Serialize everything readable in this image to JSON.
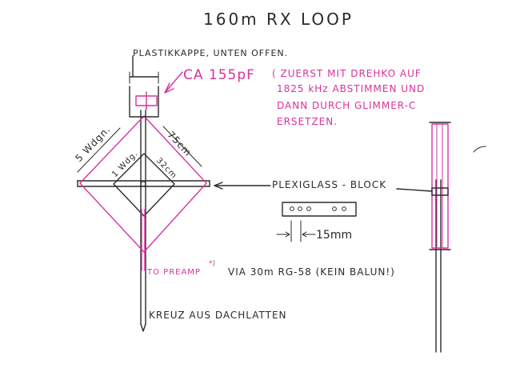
{
  "title": "160m RX LOOP",
  "labels": {
    "cap_housing": "PLASTIKKAPPE, UNTEN OFFEN.",
    "capacitor_value": "CA 155pF",
    "tuning_note_1": "( ZUERST MIT DREHKO AUF",
    "tuning_note_2": "1825 kHz ABSTIMMEN UND",
    "tuning_note_3": "DANN DURCH GLIMMER-C",
    "tuning_note_4": "ERSETZEN.",
    "turns_5": "5 Wdgn.",
    "turns_1": "1 Wdg.",
    "len_75": "75cm",
    "len_32": "32cm",
    "plexi_block": "PLEXIGLASS - BLOCK",
    "spacing_15": "15mm",
    "preamp": "TO PREAMP",
    "preamp_mark": "*)",
    "coax_note": "VIA 30m RG-58 (KEIN BALUN!)",
    "cross_frame": "KREUZ AUS DACHLATTEN"
  },
  "colors": {
    "ink": "#2a2a2a",
    "pink": "#d6339a"
  }
}
